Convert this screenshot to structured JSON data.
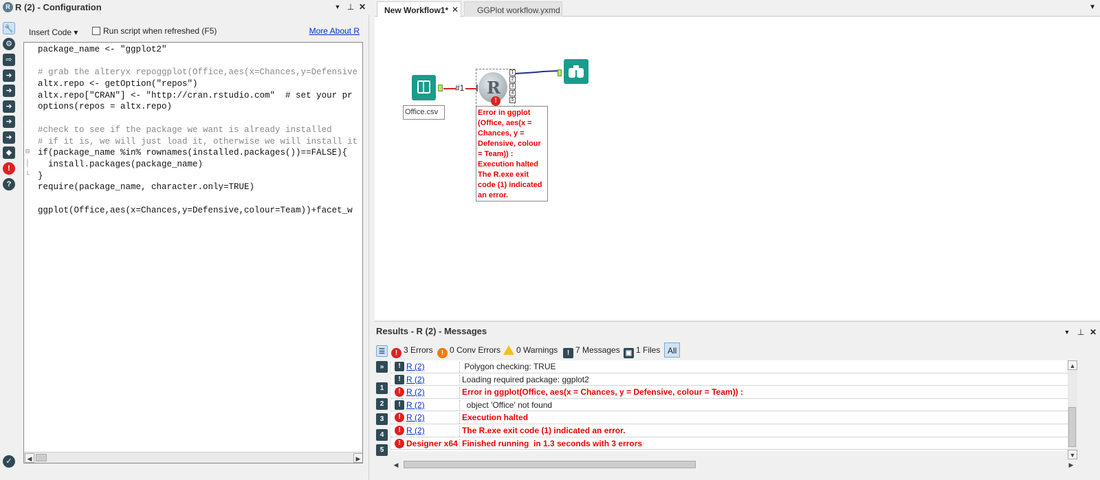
{
  "config": {
    "title": "R (2) - Configuration",
    "icon_letter": "R",
    "insert_code_label": "Insert Code ▾",
    "run_script_label": "Run script when refreshed (F5)",
    "more_about_label": "More About R"
  },
  "code": {
    "lines": [
      {
        "text": "package_name <- \"ggplot2\"",
        "fold": ""
      },
      {
        "text": "",
        "fold": ""
      },
      {
        "text": "# grab the alteryx repoggplot(Office,aes(x=Chances,y=Defensive",
        "fold": ""
      },
      {
        "text": "altx.repo <- getOption(\"repos\")",
        "fold": ""
      },
      {
        "text": "altx.repo[\"CRAN\"] <- \"http://cran.rstudio.com\"  # set your pr",
        "fold": ""
      },
      {
        "text": "options(repos = altx.repo)",
        "fold": ""
      },
      {
        "text": "",
        "fold": ""
      },
      {
        "text": "#check to see if the package we want is already installed",
        "fold": ""
      },
      {
        "text": "# if it is, we will just load it, otherwise we will install it",
        "fold": ""
      },
      {
        "text": "if(package_name %in% rownames(installed.packages())==FALSE){",
        "fold": "⊟"
      },
      {
        "text": "  install.packages(package_name)",
        "fold": "│"
      },
      {
        "text": "}",
        "fold": "└"
      },
      {
        "text": "require(package_name, character.only=TRUE)",
        "fold": ""
      },
      {
        "text": "",
        "fold": ""
      },
      {
        "text": "ggplot(Office,aes(x=Chances,y=Defensive,colour=Team))+facet_w",
        "fold": ""
      }
    ]
  },
  "tabs": {
    "active": "New Workflow1*",
    "close": "✕",
    "second": "GGPlot workflow.yxmd"
  },
  "canvas": {
    "connection_label": "#1",
    "input_label": "Office.csv",
    "r_letter": "R",
    "r_outputs": [
      "1",
      "2",
      "3",
      "4",
      "5"
    ],
    "error_lines": [
      "Error in ggplot",
      "(Office, aes(x =",
      "Chances, y =",
      "Defensive, colour",
      "= Team)) :",
      "Execution halted",
      "The R.exe exit",
      "code (1) indicated",
      "an error."
    ]
  },
  "results": {
    "title": "Results - R (2) - Messages",
    "filters": {
      "errors": "3 Errors",
      "conv_errors": "0 Conv Errors",
      "warnings": "0 Warnings",
      "messages": "7 Messages",
      "files": "1 Files",
      "all": "All"
    },
    "side_numbers": [
      "1",
      "2",
      "3",
      "4",
      "5"
    ],
    "rows": [
      {
        "type": "msg",
        "source": "R (2)",
        "text": " Polygon checking: TRUE"
      },
      {
        "type": "msg",
        "source": "R (2)",
        "text": "Loading required package: ggplot2"
      },
      {
        "type": "err",
        "source": "R (2)",
        "text": "Error in ggplot(Office, aes(x = Chances, y = Defensive, colour = Team)) :"
      },
      {
        "type": "msg",
        "source": "R (2)",
        "text": "  object 'Office' not found"
      },
      {
        "type": "err",
        "source": "R (2)",
        "text": "Execution halted"
      },
      {
        "type": "err",
        "source": "R (2)",
        "text": "The R.exe exit code (1) indicated an error."
      },
      {
        "type": "err",
        "source": "Designer x64",
        "text": "Finished running  in 1.3 seconds with 3 errors"
      }
    ]
  },
  "colors": {
    "error_red": "#e02020",
    "tool_teal": "#1a9c8c",
    "dark_slate": "#2f4a55",
    "link_blue": "#0033cc"
  }
}
